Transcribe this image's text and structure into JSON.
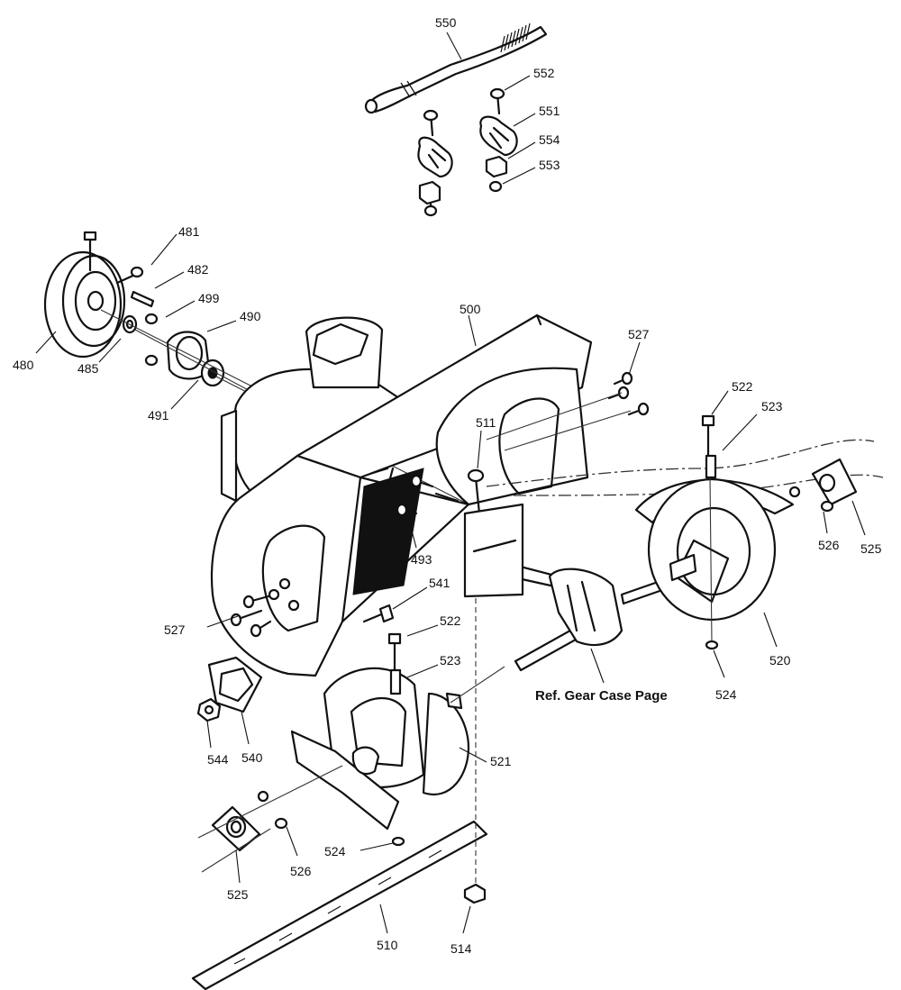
{
  "callouts": [
    {
      "id": "550",
      "text": "550"
    },
    {
      "id": "552",
      "text": "552"
    },
    {
      "id": "551",
      "text": "551"
    },
    {
      "id": "554",
      "text": "554"
    },
    {
      "id": "553",
      "text": "553"
    },
    {
      "id": "481",
      "text": "481"
    },
    {
      "id": "482",
      "text": "482"
    },
    {
      "id": "499",
      "text": "499"
    },
    {
      "id": "490",
      "text": "490"
    },
    {
      "id": "480",
      "text": "480"
    },
    {
      "id": "485",
      "text": "485"
    },
    {
      "id": "491",
      "text": "491"
    },
    {
      "id": "500",
      "text": "500"
    },
    {
      "id": "527a",
      "text": "527"
    },
    {
      "id": "522a",
      "text": "522"
    },
    {
      "id": "523a",
      "text": "523"
    },
    {
      "id": "511",
      "text": "511"
    },
    {
      "id": "493",
      "text": "493"
    },
    {
      "id": "526a",
      "text": "526"
    },
    {
      "id": "525a",
      "text": "525"
    },
    {
      "id": "541",
      "text": "541"
    },
    {
      "id": "527b",
      "text": "527"
    },
    {
      "id": "522b",
      "text": "522"
    },
    {
      "id": "523b",
      "text": "523"
    },
    {
      "id": "520",
      "text": "520"
    },
    {
      "id": "524a",
      "text": "524"
    },
    {
      "id": "544",
      "text": "544"
    },
    {
      "id": "540",
      "text": "540"
    },
    {
      "id": "521",
      "text": "521"
    },
    {
      "id": "524b",
      "text": "524"
    },
    {
      "id": "525b",
      "text": "525"
    },
    {
      "id": "526b",
      "text": "526"
    },
    {
      "id": "510",
      "text": "510"
    },
    {
      "id": "514",
      "text": "514"
    }
  ],
  "reference_note": "Ref. Gear Case Page"
}
